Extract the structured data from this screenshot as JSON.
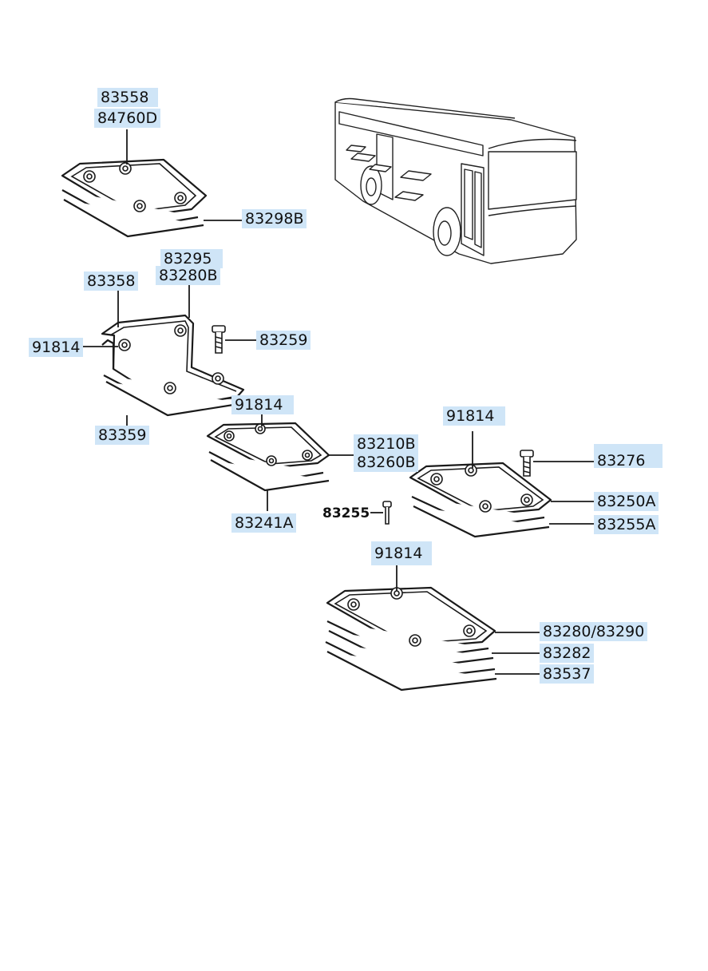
{
  "labels": {
    "l83558": "83558",
    "l84760D": "84760D",
    "l83298B": "83298B",
    "l83295": "83295",
    "l83280B": "83280B",
    "l83358": "83358",
    "l91814a": "91814",
    "l83259": "83259",
    "l83359": "83359",
    "l91814b": "91814",
    "l83210B": "83210B",
    "l83260B": "83260B",
    "l83241A": "83241A",
    "l91814c": "91814",
    "l83276": "83276",
    "l83255": "83255",
    "l83250A": "83250A",
    "l83255A": "83255A",
    "l91814d": "91814",
    "l83280_83290": "83280/83290",
    "l83282": "83282",
    "l83537": "83537"
  },
  "colors": {
    "label_bg": "#cfe5f7",
    "line": "#1a1a1a"
  },
  "icons": {
    "bus": "bus-illustration",
    "bolt": "bolt-icon",
    "grommet": "grommet-icon"
  }
}
